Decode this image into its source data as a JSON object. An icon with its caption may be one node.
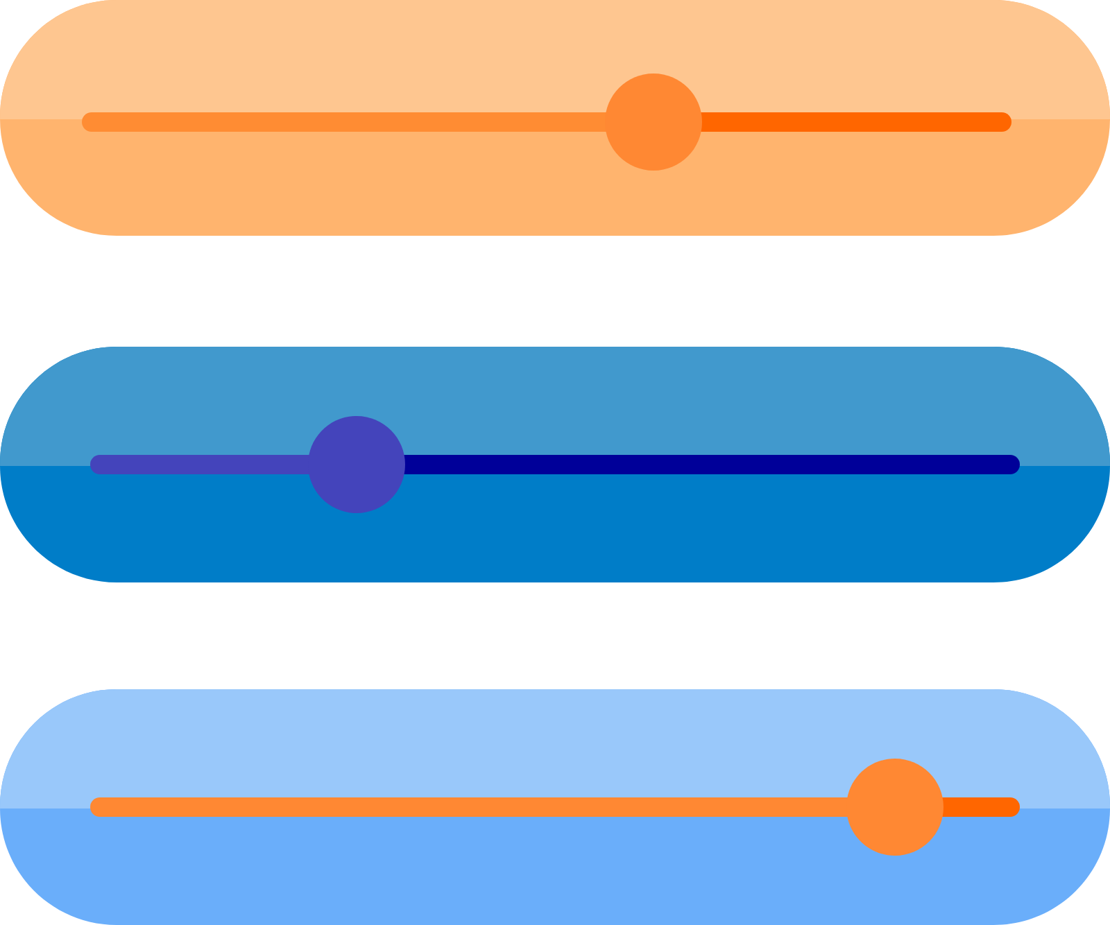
{
  "diagram": {
    "nodes": [
      {
        "text": [],
        "shape": "bar"
      },
      {
        "text": [],
        "shape": "circle",
        "in": 0
      },
      {
        "text": [],
        "shape": "bar"
      },
      {
        "text": [],
        "shape": "circle",
        "in": 2
      },
      {
        "text": [],
        "shape": "bar"
      },
      {
        "text": [],
        "shape": "circle",
        "in": 4
      }
    ]
  }
}
